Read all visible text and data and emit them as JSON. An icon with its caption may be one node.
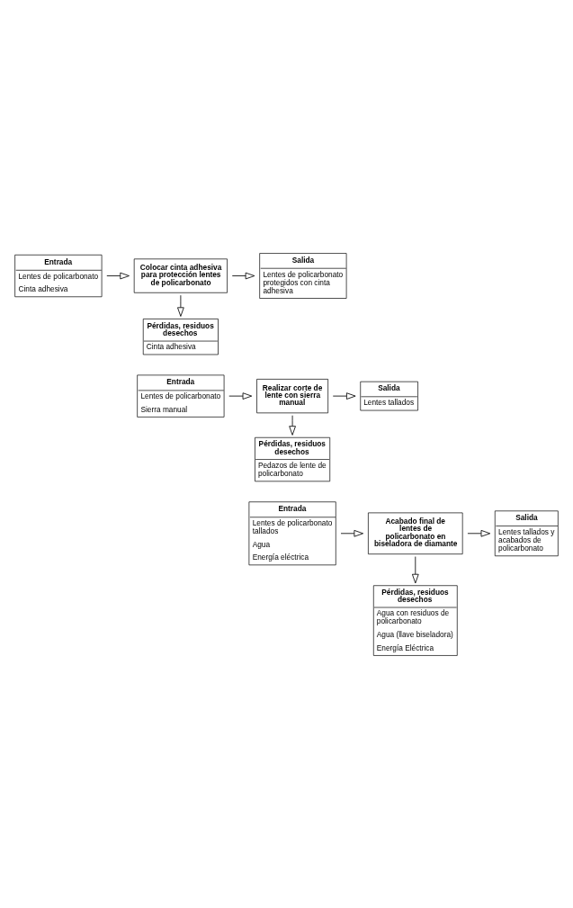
{
  "diagram": {
    "nodes": [
      {
        "text": [
          "Entrada",
          "Lentes de policarbonato",
          "Cinta adhesiva"
        ]
      },
      {
        "text": [
          "Colocar cinta adhesiva para protección lentes de policarbonato"
        ]
      },
      {
        "text": [
          "Salida",
          "Lentes de policarbonato protegidos con cinta adhesiva"
        ]
      },
      {
        "text": [
          "Pérdidas, residuos desechos",
          "Cinta adhesiva"
        ]
      },
      {
        "text": [
          "Entrada",
          "Lentes de policarbonato",
          "Sierra manual"
        ]
      },
      {
        "text": [
          "Realizar corte de lente con sierra manual"
        ]
      },
      {
        "text": [
          "Salida",
          "Lentes tallados"
        ]
      },
      {
        "text": [
          "Pérdidas, residuos desechos",
          "Pedazos de lente de policarbonato"
        ]
      },
      {
        "text": [
          "Entrada",
          "Lentes de policarbonato tallados",
          "Agua",
          "Energía eléctrica"
        ]
      },
      {
        "text": [
          "Acabado final de lentes de policarbonato en biseladora de diamante"
        ]
      },
      {
        "text": [
          "Salida",
          "Lentes tallados y acabados de policarbonato"
        ]
      },
      {
        "text": [
          "Pérdidas, residuos desechos",
          "Agua con residuos de policarbonato",
          "Agua (llave biseladora)",
          "Energía Eléctrica"
        ]
      }
    ],
    "edges": [
      {
        "from": 0,
        "to": 1,
        "arrow": "to"
      },
      {
        "from": 1,
        "to": 2,
        "arrow": "to"
      },
      {
        "from": 1,
        "to": 3,
        "arrow": "to"
      },
      {
        "from": 4,
        "to": 5,
        "arrow": "to"
      },
      {
        "from": 5,
        "to": 6,
        "arrow": "to"
      },
      {
        "from": 5,
        "to": 7,
        "arrow": "to"
      },
      {
        "from": 8,
        "to": 9,
        "arrow": "to"
      },
      {
        "from": 9,
        "to": 10,
        "arrow": "to"
      },
      {
        "from": 9,
        "to": 11,
        "arrow": "to"
      }
    ]
  }
}
